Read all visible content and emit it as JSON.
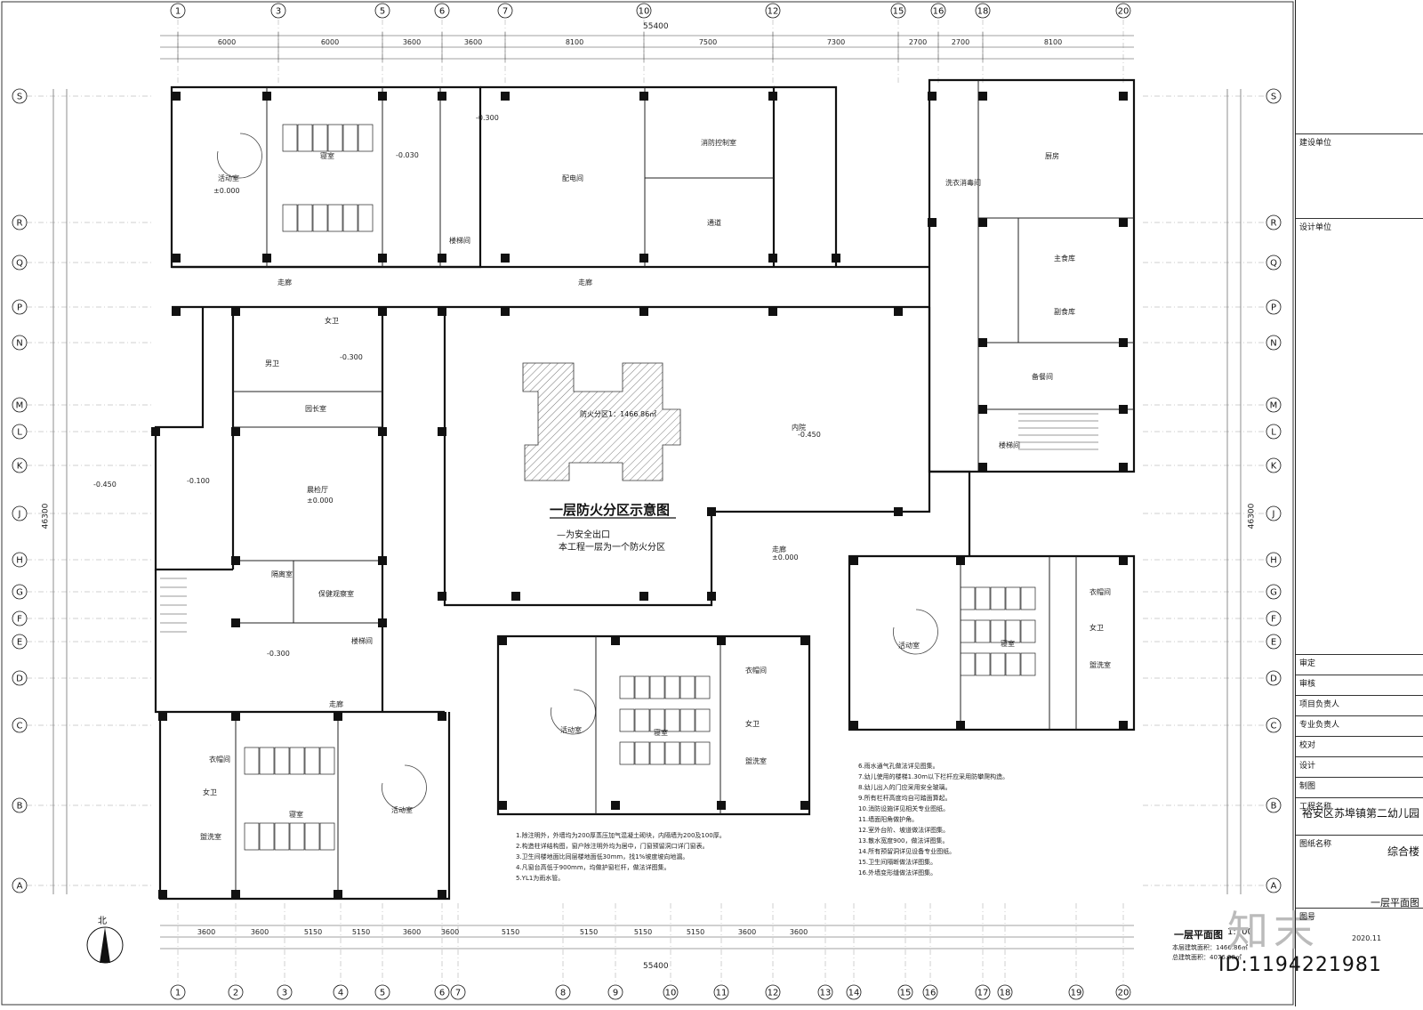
{
  "drawing": {
    "title": "一层平面图",
    "scale": "1:100",
    "id": "ID:1194221981",
    "logo": "知末",
    "project": "裕安区苏埠镇第二幼儿园",
    "building": "综合楼",
    "drawing_name": "一层平面图",
    "date": "2020.11"
  },
  "fire_zone": {
    "title": "一层防火分区示意图",
    "legend": "—为安全出口",
    "note": "本工程一层为一个防火分区",
    "area": "防火分区1：1466.86㎡"
  },
  "grid_top": [
    "1",
    "3",
    "5",
    "6",
    "7",
    "10",
    "12",
    "15",
    "16",
    "18",
    "20"
  ],
  "grid_bottom": [
    "1",
    "2",
    "3",
    "4",
    "5",
    "6",
    "7",
    "8",
    "9",
    "10",
    "11",
    "12",
    "13",
    "14",
    "15",
    "16",
    "17",
    "18",
    "19",
    "20"
  ],
  "grid_left": [
    "S",
    "R",
    "Q",
    "P",
    "N",
    "M",
    "L",
    "K",
    "J",
    "H",
    "G",
    "F",
    "E",
    "D",
    "C",
    "B",
    "A"
  ],
  "dims": {
    "total_width": "55400",
    "total_height": "46300",
    "top_row": [
      "6000",
      "6000",
      "3600",
      "3600",
      "8100",
      "7500",
      "7300",
      "2700",
      "2700",
      "8100"
    ],
    "bottom_row": [
      "3600",
      "3600",
      "5150",
      "5150",
      "3600",
      "3600",
      "5150",
      "5150",
      "5150",
      "5150",
      "3600",
      "3600"
    ]
  },
  "rooms": {
    "activity": "活动室",
    "bedroom": "寝室",
    "corridor": "走廊",
    "courtyard": "内院",
    "kitchen": "厨房",
    "dining": "备餐间",
    "hall": "晨检厅",
    "isolation": "隔离室",
    "health": "保健观察室",
    "storage": "配电间",
    "fire_control": "消防控制室",
    "toilet_m": "男卫",
    "toilet_f": "女卫",
    "wash": "盥洗室",
    "stair": "楼梯间",
    "cloak": "衣帽间",
    "office": "园长室",
    "sink": "洗衣消毒间",
    "main_store": "主食库",
    "side_store": "副食库",
    "pass": "通道"
  },
  "elevations": [
    "±0.000",
    "-0.030",
    "-0.300",
    "-0.450",
    "-0.100"
  ],
  "notes_left": [
    "1.除注明外，外墙均为200厚蒸压加气混凝土砌块，内隔墙为200及100厚。",
    "2.构造柱详结构图，窗户除注明外均为居中，门窗预留洞口详门窗表。",
    "3.卫生间楼地面比同层楼地面低30mm，找1%坡度坡向地漏。",
    "4.凡窗台高低于900mm，均做护窗栏杆，做法详图集。",
    "5.YL1为雨水管。"
  ],
  "notes_right": [
    "6.雨水通气孔做法详见图集。",
    "7.幼儿使用的楼梯1.30m以下栏杆应采用防攀爬构造。",
    "8.幼儿出入的门应采用安全玻璃。",
    "9.所有栏杆高度均自可踏面算起。",
    "10.消防设施详见相关专业图纸。",
    "11.墙面阳角做护角。",
    "12.室外台阶、坡道做法详图集。",
    "13.散水宽度900，做法详图集。",
    "14.所有预留洞详见设备专业图纸。",
    "15.卫生间隔断做法详图集。",
    "16.外墙变形缝做法详图集。"
  ],
  "summary": [
    "本层建筑面积：1466.86㎡",
    "总建筑面积：4076.38㎡"
  ],
  "title_block_rows": [
    "建设单位",
    "设计单位",
    "审定",
    "审核",
    "项目负责人",
    "专业负责人",
    "校对",
    "设计",
    "制图",
    "工程名称",
    "图纸名称",
    "图号"
  ]
}
